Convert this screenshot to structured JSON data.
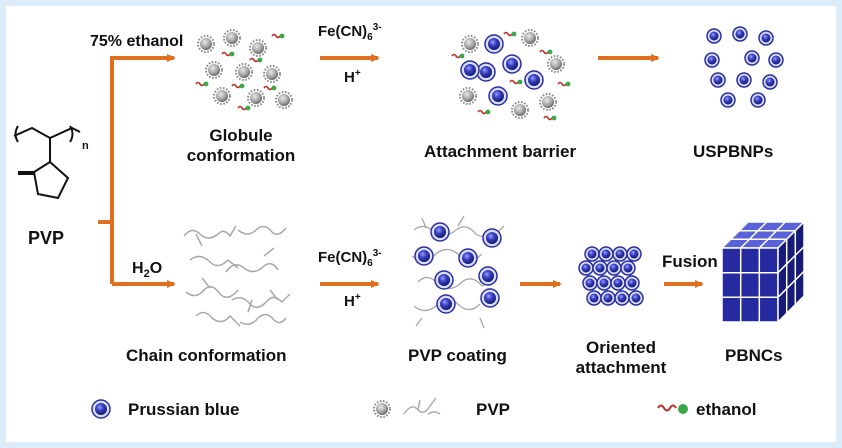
{
  "labels": {
    "ethanol_condition": "75% ethanol",
    "water_condition_main": "H",
    "water_condition_sub": "2",
    "water_condition_end": "O",
    "reagent_top_main": "Fe(CN)",
    "reagent_top_sub": "6",
    "reagent_top_sup": "3-",
    "acid_top_main": "H",
    "acid_top_sup": "+",
    "reagent_bottom_main": "Fe(CN)",
    "reagent_bottom_sub": "6",
    "reagent_bottom_sup": "3-",
    "acid_bottom_main": "H",
    "acid_bottom_sup": "+",
    "pvp": "PVP",
    "polymer_subscript": "n",
    "globule_line1": "Globule",
    "globule_line2": "conformation",
    "attachment_barrier": "Attachment barrier",
    "uspbnps": "USPBNPs",
    "chain_conformation": "Chain conformation",
    "pvp_coating": "PVP coating",
    "oriented_line1": "Oriented",
    "oriented_line2": "attachment",
    "fusion": "Fusion",
    "pbncs": "PBNCs"
  },
  "legend": {
    "prussian_blue": "Prussian blue",
    "pvp": "PVP",
    "ethanol": "ethanol"
  },
  "colors": {
    "arrow": "#e07020",
    "prussian_blue": "#2a2f9e",
    "pvp_gray": "#9a9a9a",
    "ethanol_red": "#c0302a",
    "ethanol_green": "#3aa84a",
    "frame": "#dcecf8"
  }
}
